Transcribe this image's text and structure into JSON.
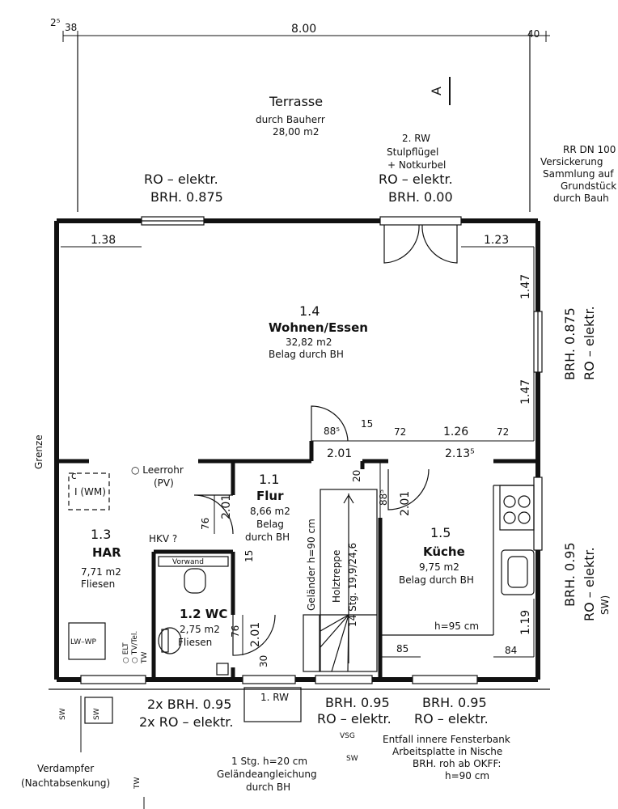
{
  "plan": {
    "top_dims": {
      "left_small": "2⁵",
      "left_38": "38",
      "width": "8.00",
      "right_40": "40"
    },
    "terrace": {
      "title": "Terrasse",
      "by": "durch Bauherr",
      "area": "28,00 m2"
    },
    "section_marker": "A",
    "rw2": {
      "line1": "2. RW",
      "line2": "Stulpflügel",
      "line3": "+ Notkurbel"
    },
    "win_top_left": {
      "ro": "RO – elektr.",
      "brh": "BRH. 0.875"
    },
    "win_top_mid": {
      "ro": "RO – elektr.",
      "brh": "BRH. 0.00"
    },
    "right_note": {
      "l1": "RR DN 100",
      "l2": "Versickerung",
      "l3": "Sammlung auf",
      "l4": "Grundstück",
      "l5": "durch Bauh"
    },
    "dim_138": "1.38",
    "dim_123": "1.23",
    "dim_147a": "1.47",
    "dim_147b": "1.47",
    "win_right_upper": {
      "brh": "BRH. 0.875",
      "ro": "RO – elektr."
    },
    "living": {
      "num": "1.4",
      "name": "Wohnen/Essen",
      "area": "32,82 m2",
      "floor": "Belag durch BH"
    },
    "mid_dims": {
      "d885": "88⁵",
      "d15": "15",
      "d72a": "72",
      "d126": "1.26",
      "d72b": "72",
      "d201": "2.01",
      "d2135": "2.13⁵"
    },
    "grenze": "Grenze",
    "har": {
      "num": "1.3",
      "name": "HAR",
      "area": "7,71 m2",
      "floor": "Fliesen",
      "wm": "I (WM)",
      "c": "c",
      "lwwp": "LW–WP"
    },
    "leerrohr": {
      "l1": "○ Leerrohr",
      "l2": "(PV)"
    },
    "hkv": "HKV ?",
    "flur": {
      "num": "1.1",
      "name": "Flur",
      "area": "8,66 m2",
      "floor1": "Belag",
      "floor2": "durch BH"
    },
    "flur_dims": {
      "d76": "76",
      "d201": "2.01",
      "d15": "15",
      "d20": "20",
      "d885": "88⁵",
      "d201b": "2.01"
    },
    "wc": {
      "vorwand": "Vorwand",
      "name": "1.2 WC",
      "area": "2,75 m2",
      "floor": "Fliesen",
      "d76": "76",
      "d201": "2.01",
      "d30": "30"
    },
    "stairs": {
      "l1": "Holztreppe",
      "l2": "14 Stg. 19,9/24,6",
      "gelaender": "Geländer h=90 cm"
    },
    "kitchen": {
      "num": "1.5",
      "name": "Küche",
      "area": "9,75 m2",
      "floor": "Belag durch BH",
      "h95": "h=95 cm",
      "d85": "85",
      "d84": "84",
      "d119": "1.19"
    },
    "win_right_lower": {
      "brh": "BRH. 0.95",
      "ro": "RO – elektr.",
      "sw": "SW)"
    },
    "elt": {
      "elt": "○ ELT",
      "tv": "○ TV/Tel.",
      "tw": "TW"
    },
    "bottom_left": {
      "brh": "2x BRH. 0.95",
      "ro": "2x RO – elektr."
    },
    "rw1": "1. RW",
    "bottom_mid": {
      "brh": "BRH. 0.95",
      "ro": "RO – elektr.",
      "vsg": "VSG"
    },
    "bottom_right": {
      "brh": "BRH. 0.95",
      "ro": "RO – elektr."
    },
    "sw_labels": {
      "a": "SW",
      "b": "SW",
      "c": "SW"
    },
    "verdampfer": {
      "l1": "Verdampfer",
      "l2": "(Nachtabsenkung)"
    },
    "tw_bottom": "TW",
    "step_note": {
      "l1": "1 Stg. h=20 cm",
      "l2": "Geländeangleichung",
      "l3": "durch BH"
    },
    "fensterbank": {
      "l1": "Entfall innere Fensterbank",
      "l2": "Arbeitsplatte in Nische",
      "l3": "BRH. roh ab OKFF:",
      "l4": "h=90 cm"
    }
  }
}
